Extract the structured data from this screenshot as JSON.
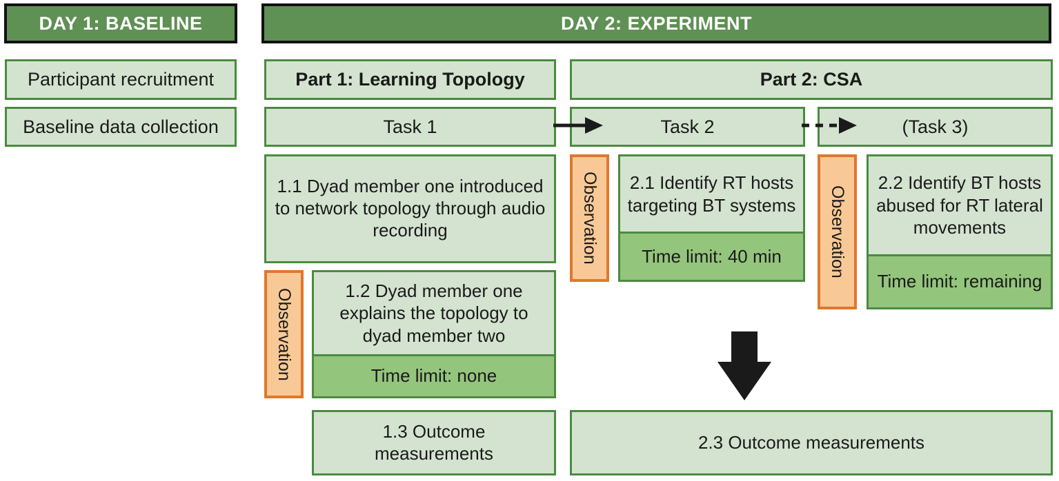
{
  "colors": {
    "header_bg": "#5f9054",
    "header_border": "#111111",
    "header_text": "#ffffff",
    "box_bg": "#d4e3d0",
    "box_border": "#4a8b3f",
    "time_strip_bg": "#94c57d",
    "observation_bg": "#f8c996",
    "observation_border": "#e0772c",
    "text": "#1a1a1a",
    "arrow": "#1a1a1a"
  },
  "day1": {
    "header": "DAY 1: BASELINE",
    "steps": [
      "Participant recruitment",
      "Baseline data collection"
    ]
  },
  "day2": {
    "header": "DAY 2: EXPERIMENT",
    "part1": {
      "header": "Part 1: Learning Topology",
      "task_label": "Task 1",
      "observation_label": "Observation",
      "step_1_1": "1.1 Dyad member one introduced to network topology through audio recording",
      "step_1_2": "1.2 Dyad member one explains the topology to dyad member two",
      "step_1_2_time": "Time limit: none",
      "step_1_3": "1.3 Outcome measurements"
    },
    "part2": {
      "header": "Part 2: CSA",
      "task2_label": "Task 2",
      "task3_label": "(Task 3)",
      "observation_label": "Observation",
      "step_2_1": "2.1 Identify RT hosts targeting BT systems",
      "step_2_1_time": "Time limit: 40 min",
      "step_2_2": "2.2 Identify BT hosts abused for RT lateral movements",
      "step_2_2_time": "Time limit: remaining",
      "step_2_3": "2.3 Outcome measurements"
    }
  }
}
